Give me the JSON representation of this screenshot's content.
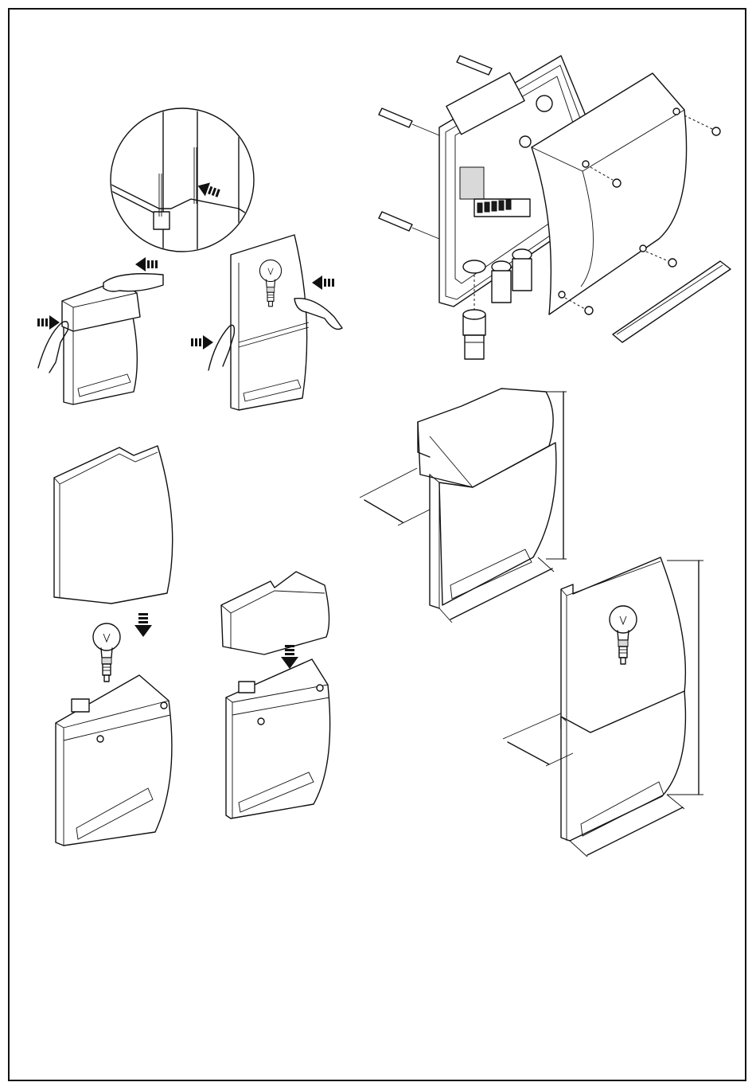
{
  "figure": {
    "colors": {
      "line": "#111111",
      "paper": "#ffffff",
      "shade": "#d9d9d9"
    },
    "panels": [
      {
        "id": "detail-clip",
        "icon": "magnifier-detail"
      },
      {
        "id": "remove-cover",
        "icon": "hands-pressing"
      },
      {
        "id": "remove-lamp-cover",
        "icon": "hands-pressing"
      },
      {
        "id": "wall-mounting",
        "icon": "exploded-housing"
      },
      {
        "id": "replace-bulb",
        "icon": "bulb-insert"
      },
      {
        "id": "refit-cover",
        "icon": "cover-down-arrow"
      },
      {
        "id": "dimensions-small",
        "icon": "dimension-lines"
      },
      {
        "id": "dimensions-large",
        "icon": "dimension-lines"
      }
    ]
  }
}
